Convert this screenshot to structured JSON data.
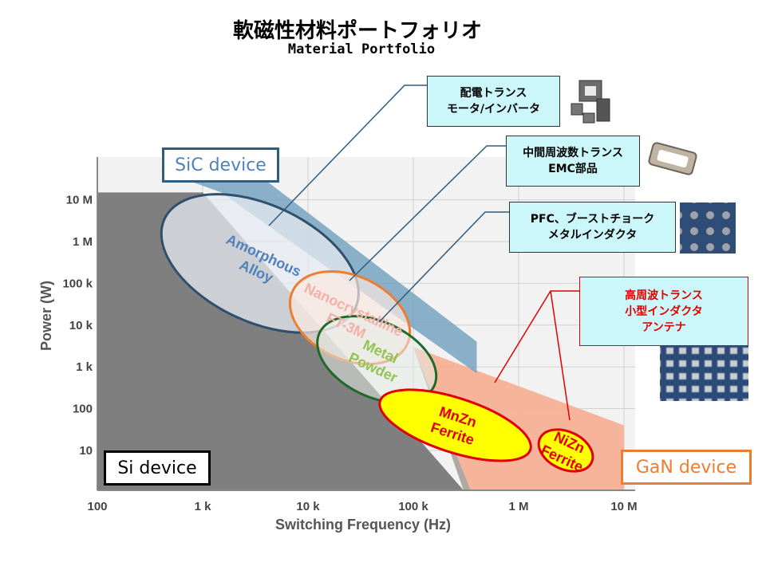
{
  "title": "軟磁性材料ポートフォリオ",
  "subtitle": "Material Portfolio",
  "chart_data": {
    "type": "area",
    "xlabel": "Switching Frequency (Hz)",
    "ylabel": "Power (W)",
    "x_scale": "log",
    "y_scale": "log",
    "x_ticks": [
      {
        "v": 100,
        "label": "100"
      },
      {
        "v": 1000,
        "label": "1 k"
      },
      {
        "v": 10000,
        "label": "10 k"
      },
      {
        "v": 100000,
        "label": "100 k"
      },
      {
        "v": 1000000,
        "label": "1 M"
      },
      {
        "v": 10000000,
        "label": "10 M"
      }
    ],
    "y_ticks": [
      {
        "v": 10,
        "label": "10"
      },
      {
        "v": 100,
        "label": "100"
      },
      {
        "v": 1000,
        "label": "1 k"
      },
      {
        "v": 10000,
        "label": "10 k"
      },
      {
        "v": 100000,
        "label": "100 k"
      },
      {
        "v": 1000000,
        "label": "1 M"
      },
      {
        "v": 10000000,
        "label": "10 M"
      }
    ],
    "xlim": [
      100,
      10000000
    ],
    "ylim": [
      1,
      50000000
    ],
    "grid": true,
    "device_regions": [
      {
        "name": "Si device",
        "color": "#7f7f7f",
        "polygon": [
          [
            100,
            15000000
          ],
          [
            1000,
            15000000
          ],
          [
            300000,
            1
          ],
          [
            100,
            1
          ]
        ]
      },
      {
        "name": "GaN device",
        "color": "#f6ae90",
        "polygon": [
          [
            100000,
            3000
          ],
          [
            10000000,
            40
          ],
          [
            10000000,
            1
          ],
          [
            350000,
            1
          ],
          [
            100000,
            3000
          ]
        ]
      },
      {
        "name": "SiC device",
        "color": "#6d9cbc",
        "polygon": [
          [
            400,
            50000000
          ],
          [
            3000,
            50000000
          ],
          [
            400000,
            4000
          ],
          [
            400000,
            700
          ],
          [
            1500,
            15000000
          ]
        ]
      }
    ],
    "materials": [
      {
        "name": "Amorphous Alloy",
        "color": "#4f81bd",
        "edge": "#2f4f6f",
        "fill": "rgba(230,235,240,0.75)",
        "cx": 3500,
        "cy": 300000,
        "rx_dec": 1.0,
        "ry_dec": 1.4,
        "rotate": 25
      },
      {
        "name": "Nanocrystalline FT-3M",
        "color": "#f4b0a8",
        "edge": "#ed7d31",
        "fill": "rgba(250,232,225,0.7)",
        "cx": 25000,
        "cy": 15000,
        "rx_dec": 0.6,
        "ry_dec": 1.0,
        "rotate": 25
      },
      {
        "name": "Metal Powder",
        "color": "#92c353",
        "edge": "#1e6a2d",
        "fill": "rgba(230,235,230,0.55)",
        "cx": 45000,
        "cy": 1500,
        "rx_dec": 0.6,
        "ry_dec": 0.9,
        "rotate": 25
      },
      {
        "name": "MnZn Ferrite",
        "color": "#e00000",
        "edge": "#e00000",
        "fill": "#ffff00",
        "cx": 250000,
        "cy": 40,
        "rx_dec": 0.75,
        "ry_dec": 0.65,
        "rotate": 18
      },
      {
        "name": "NiZn Ferrite",
        "color": "#e00000",
        "edge": "#e00000",
        "fill": "#ffff00",
        "cx": 2800000,
        "cy": 10,
        "rx_dec": 0.27,
        "ry_dec": 0.45,
        "rotate": 25
      }
    ]
  },
  "devices": {
    "si": "Si device",
    "gan": "GaN device",
    "sic": "SiC device"
  },
  "callouts": [
    {
      "line1": "配電トランス",
      "line2": "モータ/インバータ"
    },
    {
      "line1": "中間周波数トランス",
      "line2": "EMC部品"
    },
    {
      "line1": "PFC、ブーストチョーク",
      "line2": "メタルインダクタ"
    },
    {
      "line1": "高周波トランス",
      "line2": "小型インダクタ",
      "line3": "アンテナ"
    }
  ],
  "colors": {
    "si": "#7f7f7f",
    "gan": "#f6ae90",
    "sic": "#6d9cbc",
    "callout_bg": "#ccf7fa",
    "ferrite_fill": "#ffff00",
    "ferrite_edge": "#e00000"
  }
}
